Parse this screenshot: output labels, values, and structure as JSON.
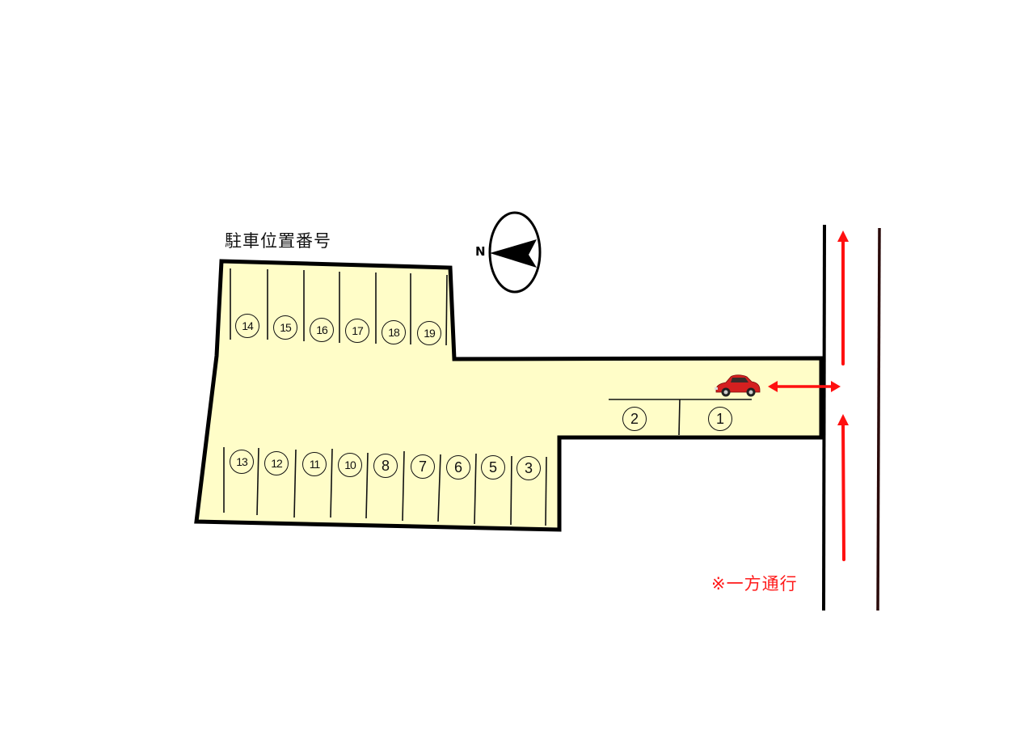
{
  "map": {
    "title": "駐車位置番号",
    "one_way_note": "※一方通行",
    "compass_label": "N",
    "colors": {
      "lot_fill": "#fffdc8",
      "outline": "#000000",
      "arrow": "#ff0000",
      "road_line_right": "#2a0a0a",
      "car_body": "#d42020"
    },
    "spaces_top": [
      {
        "id": 14,
        "label": "14"
      },
      {
        "id": 15,
        "label": "15"
      },
      {
        "id": 16,
        "label": "16"
      },
      {
        "id": 17,
        "label": "17"
      },
      {
        "id": 18,
        "label": "18"
      },
      {
        "id": 19,
        "label": "19"
      }
    ],
    "spaces_bottom": [
      {
        "id": 13,
        "label": "13"
      },
      {
        "id": 12,
        "label": "12"
      },
      {
        "id": 11,
        "label": "11"
      },
      {
        "id": 10,
        "label": "10"
      },
      {
        "id": 8,
        "label": "8"
      },
      {
        "id": 7,
        "label": "7"
      },
      {
        "id": 6,
        "label": "6"
      },
      {
        "id": 5,
        "label": "5"
      },
      {
        "id": 3,
        "label": "3"
      }
    ],
    "spaces_driveway": [
      {
        "id": 2,
        "label": "2"
      },
      {
        "id": 1,
        "label": "1"
      }
    ],
    "icons": [
      "compass-icon",
      "car-icon",
      "entrance-arrow-icon",
      "one-way-arrow-icon"
    ]
  }
}
